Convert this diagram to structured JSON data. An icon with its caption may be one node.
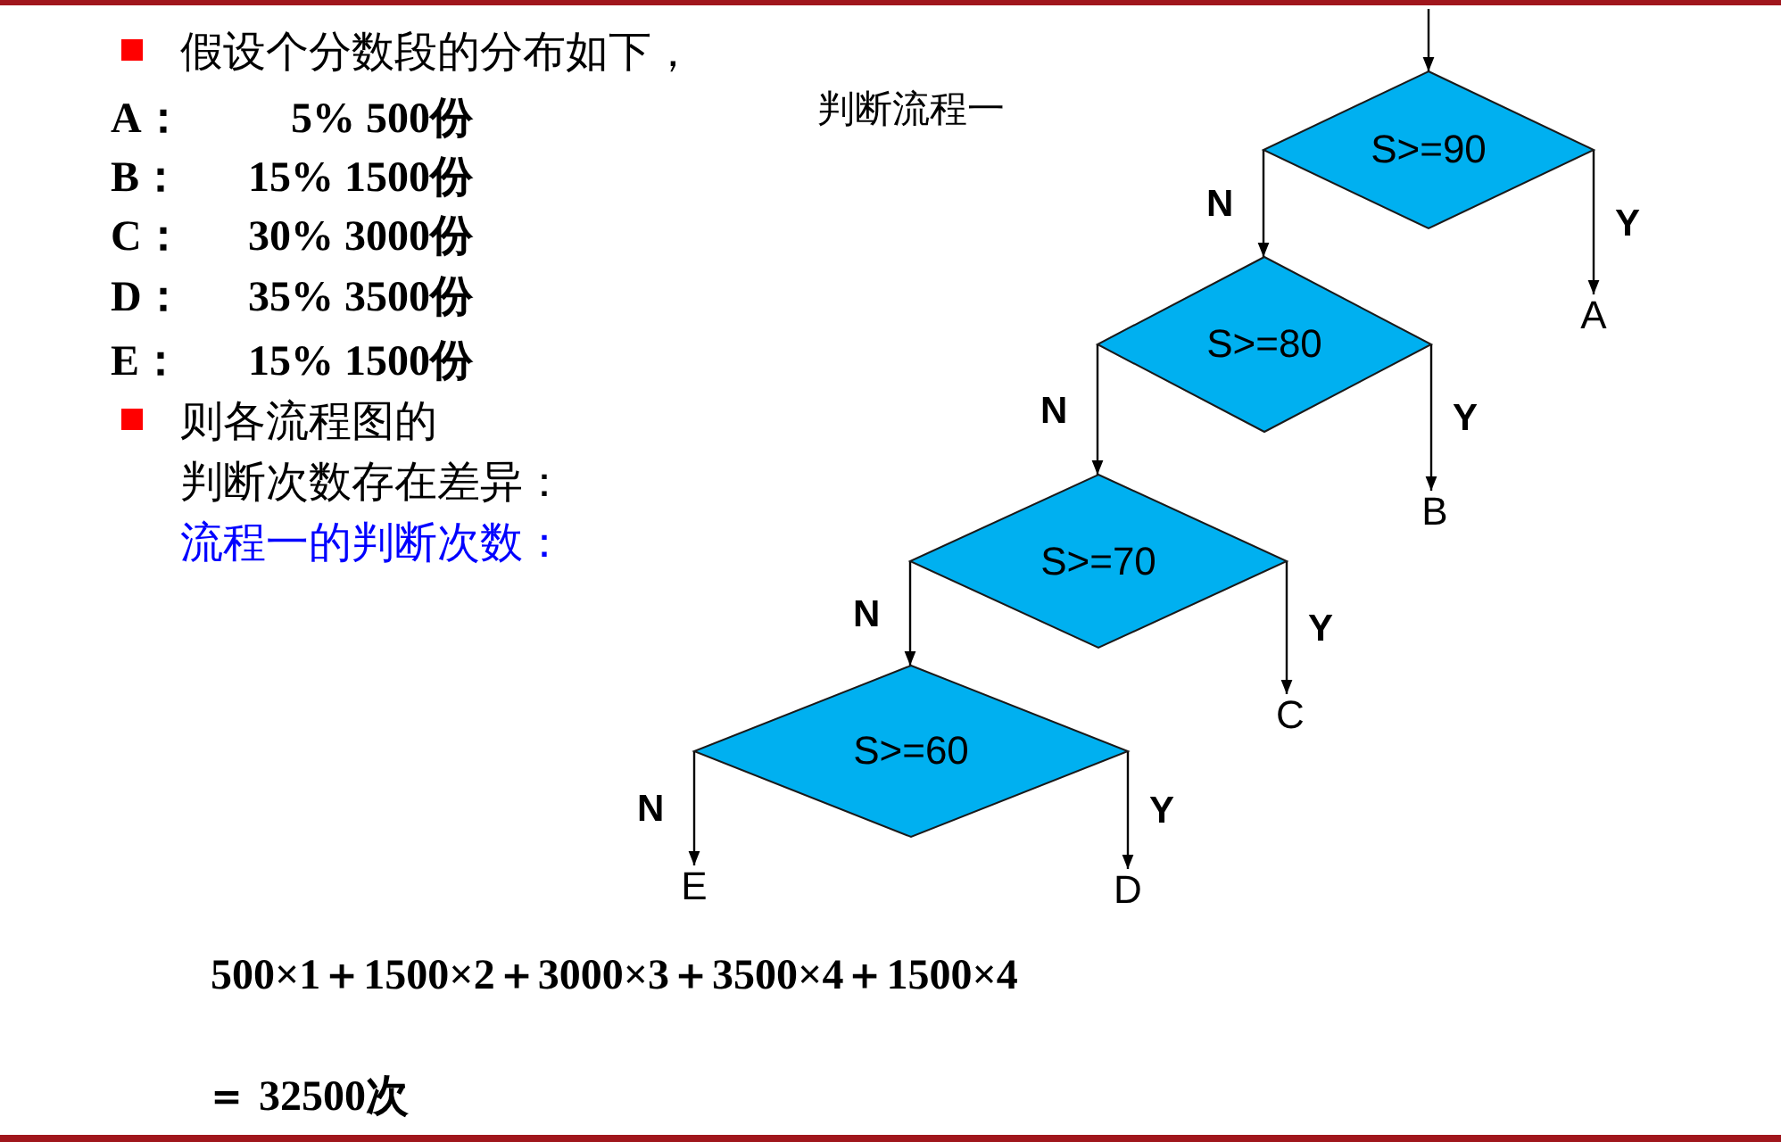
{
  "diagram": {
    "title": "判断流程一",
    "nodes": [
      {
        "text": [
          "S>=90"
        ]
      },
      {
        "text": [
          "A"
        ]
      },
      {
        "text": [
          "S>=80"
        ]
      },
      {
        "text": [
          "B"
        ]
      },
      {
        "text": [
          "S>=70"
        ]
      },
      {
        "text": [
          "C"
        ]
      },
      {
        "text": [
          "S>=60"
        ]
      },
      {
        "text": [
          "E"
        ]
      },
      {
        "text": [
          "D"
        ]
      }
    ],
    "edges": [
      {
        "from": null,
        "to": 0,
        "arrow": "to"
      },
      {
        "from": 0,
        "to": 2,
        "arrow": "to",
        "label": "N"
      },
      {
        "from": 0,
        "to": 1,
        "arrow": "to",
        "label": "Y"
      },
      {
        "from": 2,
        "to": 4,
        "arrow": "to",
        "label": "N"
      },
      {
        "from": 2,
        "to": 3,
        "arrow": "to",
        "label": "Y"
      },
      {
        "from": 4,
        "to": 6,
        "arrow": "to",
        "label": "N"
      },
      {
        "from": 4,
        "to": 5,
        "arrow": "to",
        "label": "Y"
      },
      {
        "from": 6,
        "to": 7,
        "arrow": "to",
        "label": "N"
      },
      {
        "from": 6,
        "to": 8,
        "arrow": "to",
        "label": "Y"
      }
    ],
    "labels": [
      "假设个分数段的分布如下，",
      "A：",
      "5% 500份",
      "B：",
      "15% 1500份",
      "C：",
      "30% 3000份",
      "D：",
      "35% 3500份",
      "E：",
      "15% 1500份",
      "则各流程图的",
      "判断次数存在差异：",
      "流程一的判断次数：",
      "500×1＋1500×2＋3000×3＋3500×4＋1500×4",
      "＝ 32500次"
    ]
  }
}
